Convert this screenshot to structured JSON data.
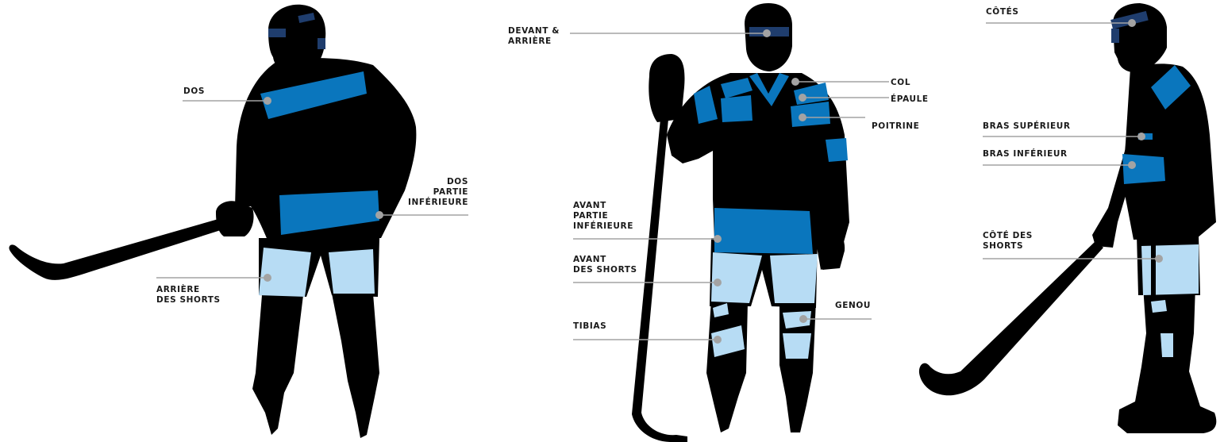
{
  "colors": {
    "silhouette": "#000000",
    "medium_blue": "#0a76bd",
    "light_blue": "#b7dcf4",
    "dark_blue": "#1f3d6d",
    "leader_line": "#a3a3a3",
    "label_text": "#1a1a1a"
  },
  "views": {
    "back": {
      "labels": {
        "dos": "DOS",
        "dos_bas_1": "DOS",
        "dos_bas_2": "PARTIE",
        "dos_bas_3": "INFÉRIEURE",
        "arriere_shorts_1": "ARRIÈRE",
        "arriere_shorts_2": "DES SHORTS"
      }
    },
    "front": {
      "labels": {
        "devant_1": "DEVANT &",
        "devant_2": "ARRIÈRE",
        "col": "COL",
        "epaule": "ÉPAULE",
        "poitrine": "POITRINE",
        "avant_bas_1": "AVANT",
        "avant_bas_2": "PARTIE",
        "avant_bas_3": "INFÉRIEURE",
        "avant_shorts_1": "AVANT",
        "avant_shorts_2": "DES SHORTS",
        "genou": "GENOU",
        "tibias": "TIBIAS"
      }
    },
    "side": {
      "labels": {
        "cotes": "CÔTÉS",
        "bras_sup": "BRAS SUPÉRIEUR",
        "bras_inf": "BRAS INFÉRIEUR",
        "cote_shorts_1": "CÔTÉ DES",
        "cote_shorts_2": "SHORTS"
      }
    }
  }
}
